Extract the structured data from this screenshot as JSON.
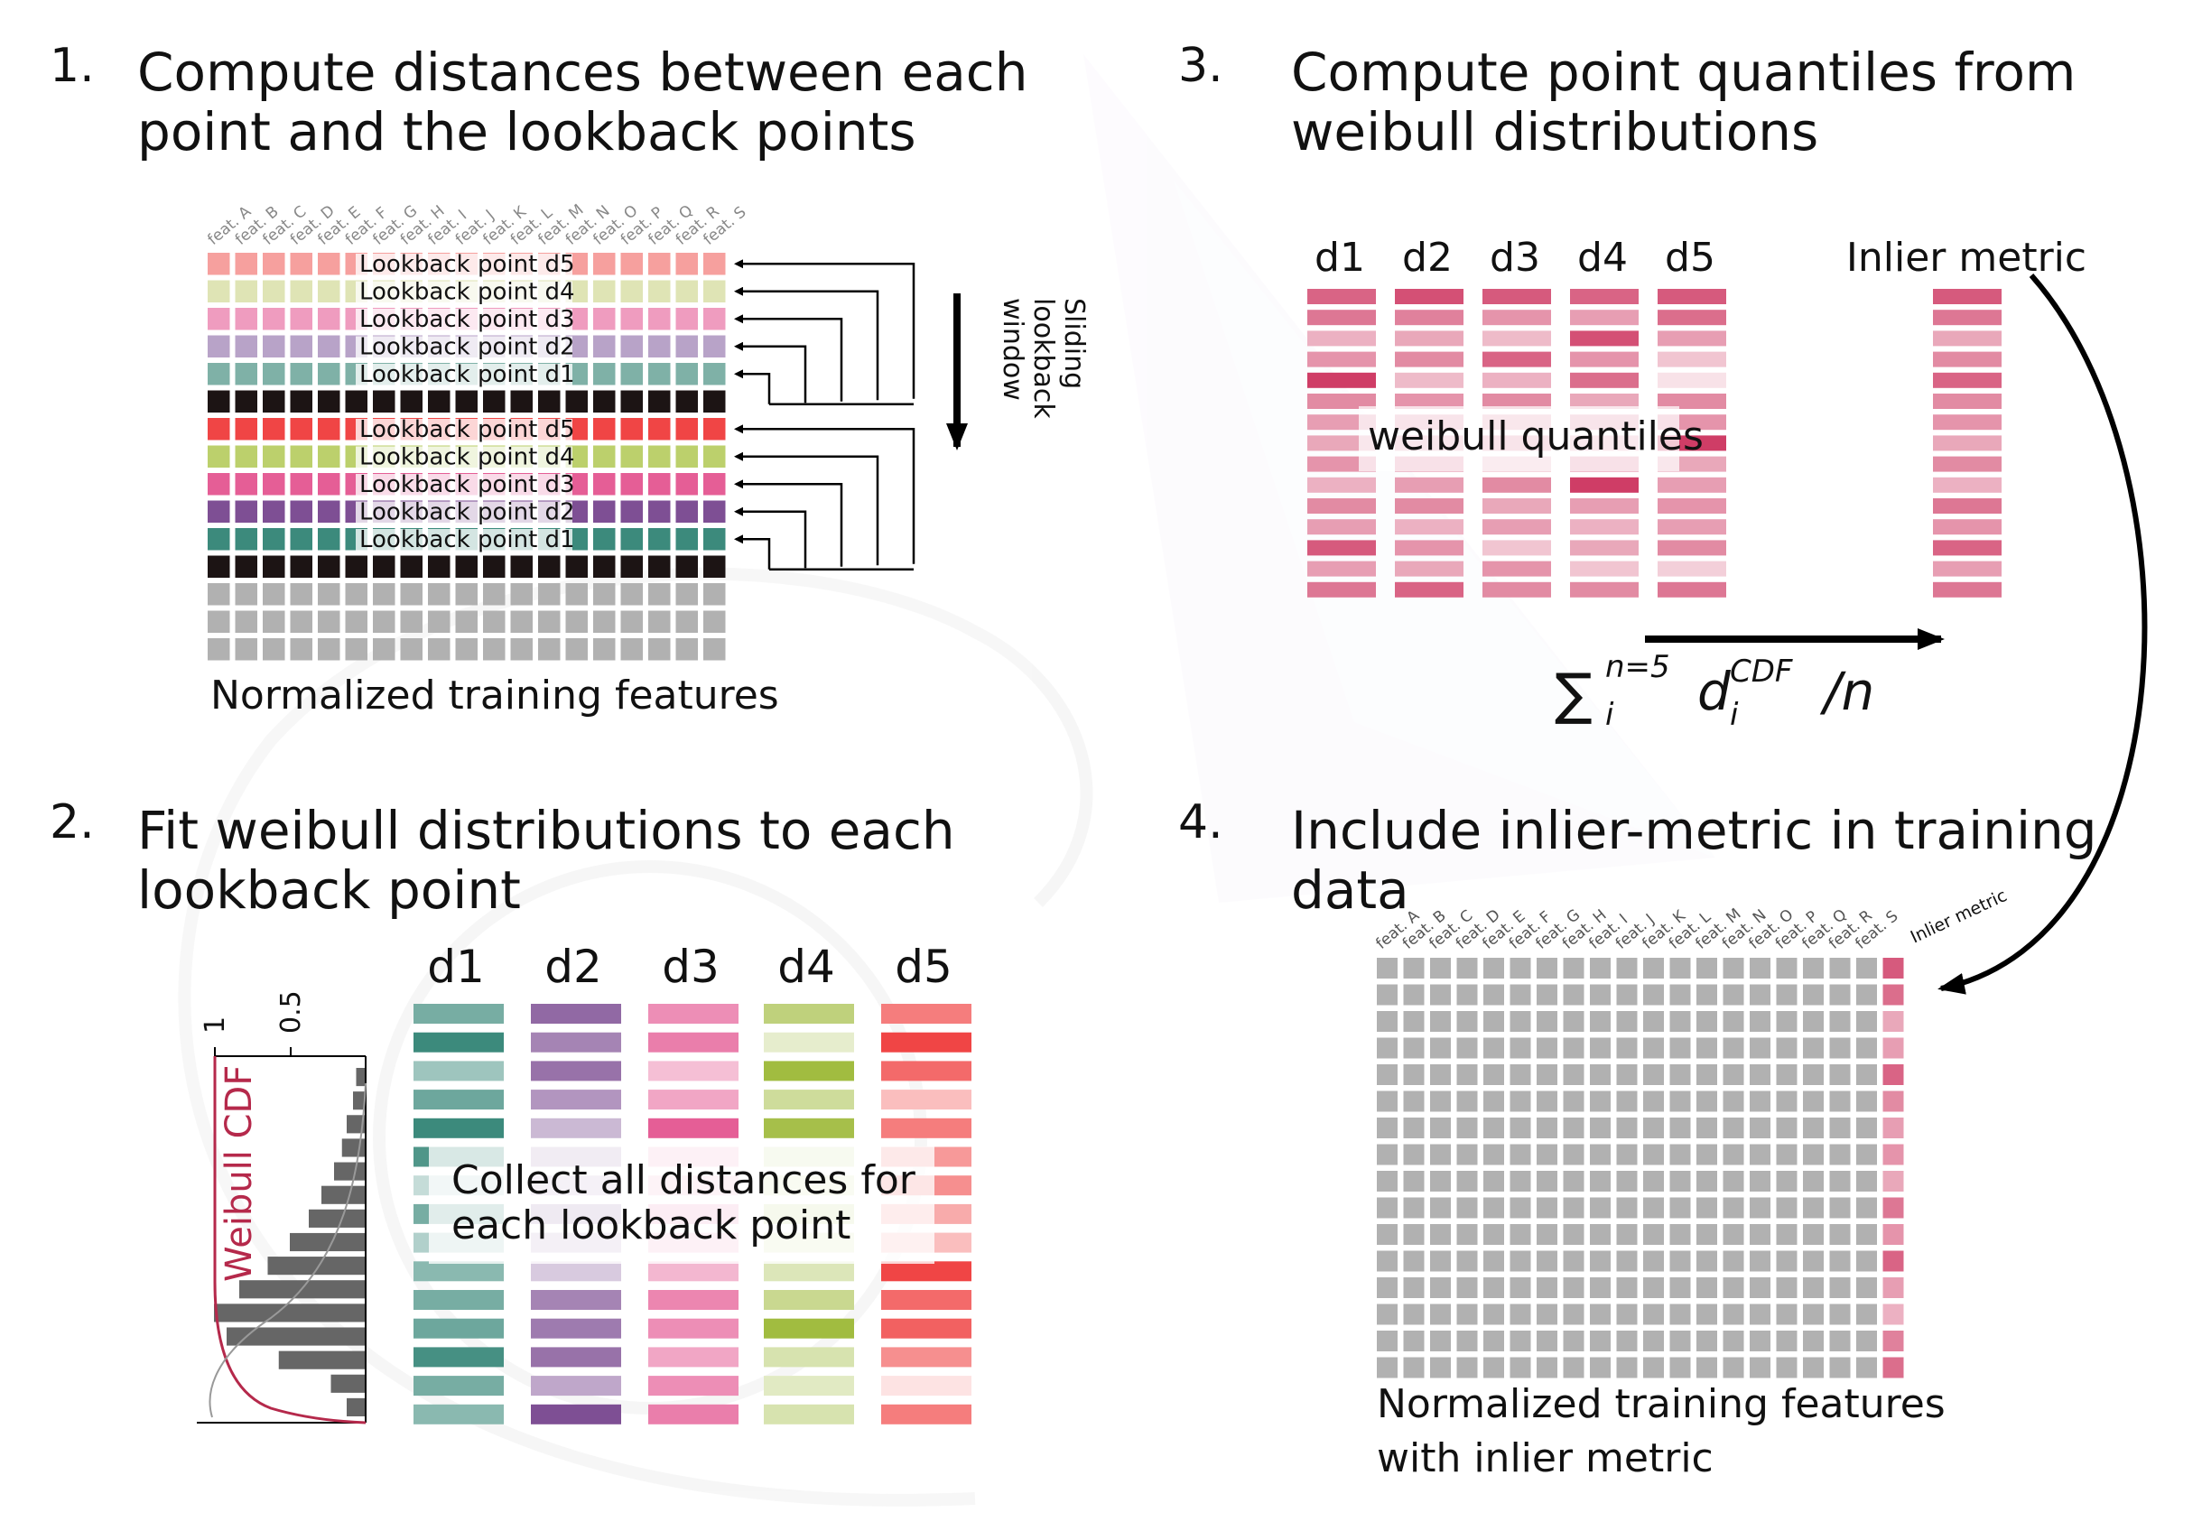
{
  "steps": [
    {
      "number": "1.",
      "title_lines": [
        "Compute distances between each",
        "point and the lookback points"
      ]
    },
    {
      "number": "2.",
      "title_lines": [
        "Fit weibull distributions to each",
        "lookback point"
      ]
    },
    {
      "number": "3.",
      "title_lines": [
        "Compute point quantiles from",
        "weibull distributions"
      ]
    },
    {
      "number": "4.",
      "title_lines": [
        "Include inlier-metric in training",
        "data"
      ]
    }
  ],
  "feature_labels": [
    "feat. A",
    "feat. B",
    "feat. C",
    "feat. D",
    "feat. E",
    "feat. F",
    "feat. G",
    "feat. H",
    "feat. I",
    "feat. J",
    "feat. K",
    "feat. L",
    "feat. M",
    "feat. N",
    "feat. O",
    "feat. P",
    "feat. Q",
    "feat. R",
    "feat. S"
  ],
  "panel1": {
    "lookback_labels": [
      "Lookback point d5",
      "Lookback point d4",
      "Lookback point d3",
      "Lookback point d2",
      "Lookback point d1"
    ],
    "sliding_window_lines": [
      "Sliding",
      "lookback",
      "window"
    ],
    "caption": "Normalized training features",
    "row_colors_group1": [
      "#f6a09e",
      "#dfe4b5",
      "#ef9cbf",
      "#b8a3c8",
      "#7fb1a7"
    ],
    "row_colors_group2": [
      "#f04545",
      "#bcd06c",
      "#e55e96",
      "#7e4f94",
      "#3c8a7c"
    ],
    "point_color": "#1c1414",
    "grey_color": "#b1b1b1"
  },
  "panel2": {
    "columns": [
      "d1",
      "d2",
      "d3",
      "d4",
      "d5"
    ],
    "axis_ticks": [
      "1",
      "0.5"
    ],
    "cdf_label": "Weibull CDF",
    "overlay_lines": [
      "Collect all distances for",
      "each lookback point"
    ],
    "hist_bar_lengths": [
      0.06,
      0.08,
      0.12,
      0.15,
      0.2,
      0.28,
      0.36,
      0.48,
      0.62,
      0.8,
      0.96,
      0.88,
      0.55,
      0.22,
      0.12
    ],
    "column_colors": [
      "#3c8a7c",
      "#7e4f94",
      "#e55e96",
      "#9cb836",
      "#f04545"
    ],
    "column_shades": [
      [
        0.7,
        1.0,
        0.5,
        0.75,
        1.0,
        0.9,
        0.3,
        0.7,
        0.4,
        0.6,
        0.7,
        0.75,
        0.95,
        0.7,
        0.6
      ],
      [
        0.85,
        0.7,
        0.8,
        0.6,
        0.4,
        0.5,
        0.35,
        0.55,
        0.4,
        0.3,
        0.7,
        0.75,
        0.8,
        0.5,
        1.0
      ],
      [
        0.7,
        0.8,
        0.4,
        0.55,
        1.0,
        0.4,
        0.35,
        0.5,
        0.4,
        0.45,
        0.75,
        0.7,
        0.55,
        0.7,
        0.8
      ],
      [
        0.65,
        0.25,
        0.95,
        0.5,
        0.9,
        0.35,
        0.3,
        0.4,
        0.3,
        0.35,
        0.55,
        0.95,
        0.4,
        0.3,
        0.4
      ],
      [
        0.7,
        1.0,
        0.8,
        0.35,
        0.7,
        0.55,
        0.6,
        0.45,
        0.35,
        1.0,
        0.8,
        0.85,
        0.6,
        0.15,
        0.7
      ]
    ]
  },
  "panel3": {
    "columns": [
      "d1",
      "d2",
      "d3",
      "d4",
      "d5"
    ],
    "inlier_label": "Inlier metric",
    "overlay_label": "weibull quantiles",
    "formula": {
      "sum": "∑",
      "lower": "i",
      "upper": "n=5",
      "var": "d",
      "var_sub": "i",
      "var_sup": "CDF",
      "tail": "/n"
    },
    "base_color": "#cf3d66",
    "column_shades": [
      [
        0.8,
        0.7,
        0.4,
        0.55,
        1.0,
        0.6,
        0.5,
        0.45,
        0.55,
        0.4,
        0.6,
        0.5,
        0.85,
        0.5,
        0.7
      ],
      [
        0.9,
        0.65,
        0.45,
        0.6,
        0.35,
        0.55,
        0.5,
        0.45,
        0.55,
        0.5,
        0.6,
        0.4,
        0.55,
        0.45,
        0.8
      ],
      [
        0.85,
        0.55,
        0.35,
        0.8,
        0.4,
        0.6,
        0.45,
        0.5,
        0.35,
        0.6,
        0.45,
        0.5,
        0.3,
        0.55,
        0.6
      ],
      [
        0.8,
        0.5,
        0.9,
        0.55,
        0.75,
        0.45,
        0.5,
        0.4,
        0.55,
        1.0,
        0.5,
        0.4,
        0.45,
        0.3,
        0.6
      ],
      [
        0.85,
        0.75,
        0.5,
        0.3,
        0.15,
        0.6,
        0.55,
        1.0,
        0.45,
        0.5,
        0.55,
        0.5,
        0.6,
        0.25,
        0.7
      ],
      [
        0.85,
        0.7,
        0.45,
        0.6,
        0.8,
        0.6,
        0.55,
        0.45,
        0.6,
        0.4,
        0.7,
        0.55,
        0.8,
        0.5,
        0.7
      ]
    ]
  },
  "panel4": {
    "inlier_header": "Inlier metric",
    "caption_lines": [
      "Normalized training features",
      "with inlier metric"
    ],
    "grey_color": "#b1b1b1",
    "inlier_shades": [
      0.85,
      0.75,
      0.45,
      0.5,
      0.8,
      0.6,
      0.5,
      0.55,
      0.45,
      0.7,
      0.55,
      0.8,
      0.5,
      0.4,
      0.65,
      0.75
    ]
  }
}
